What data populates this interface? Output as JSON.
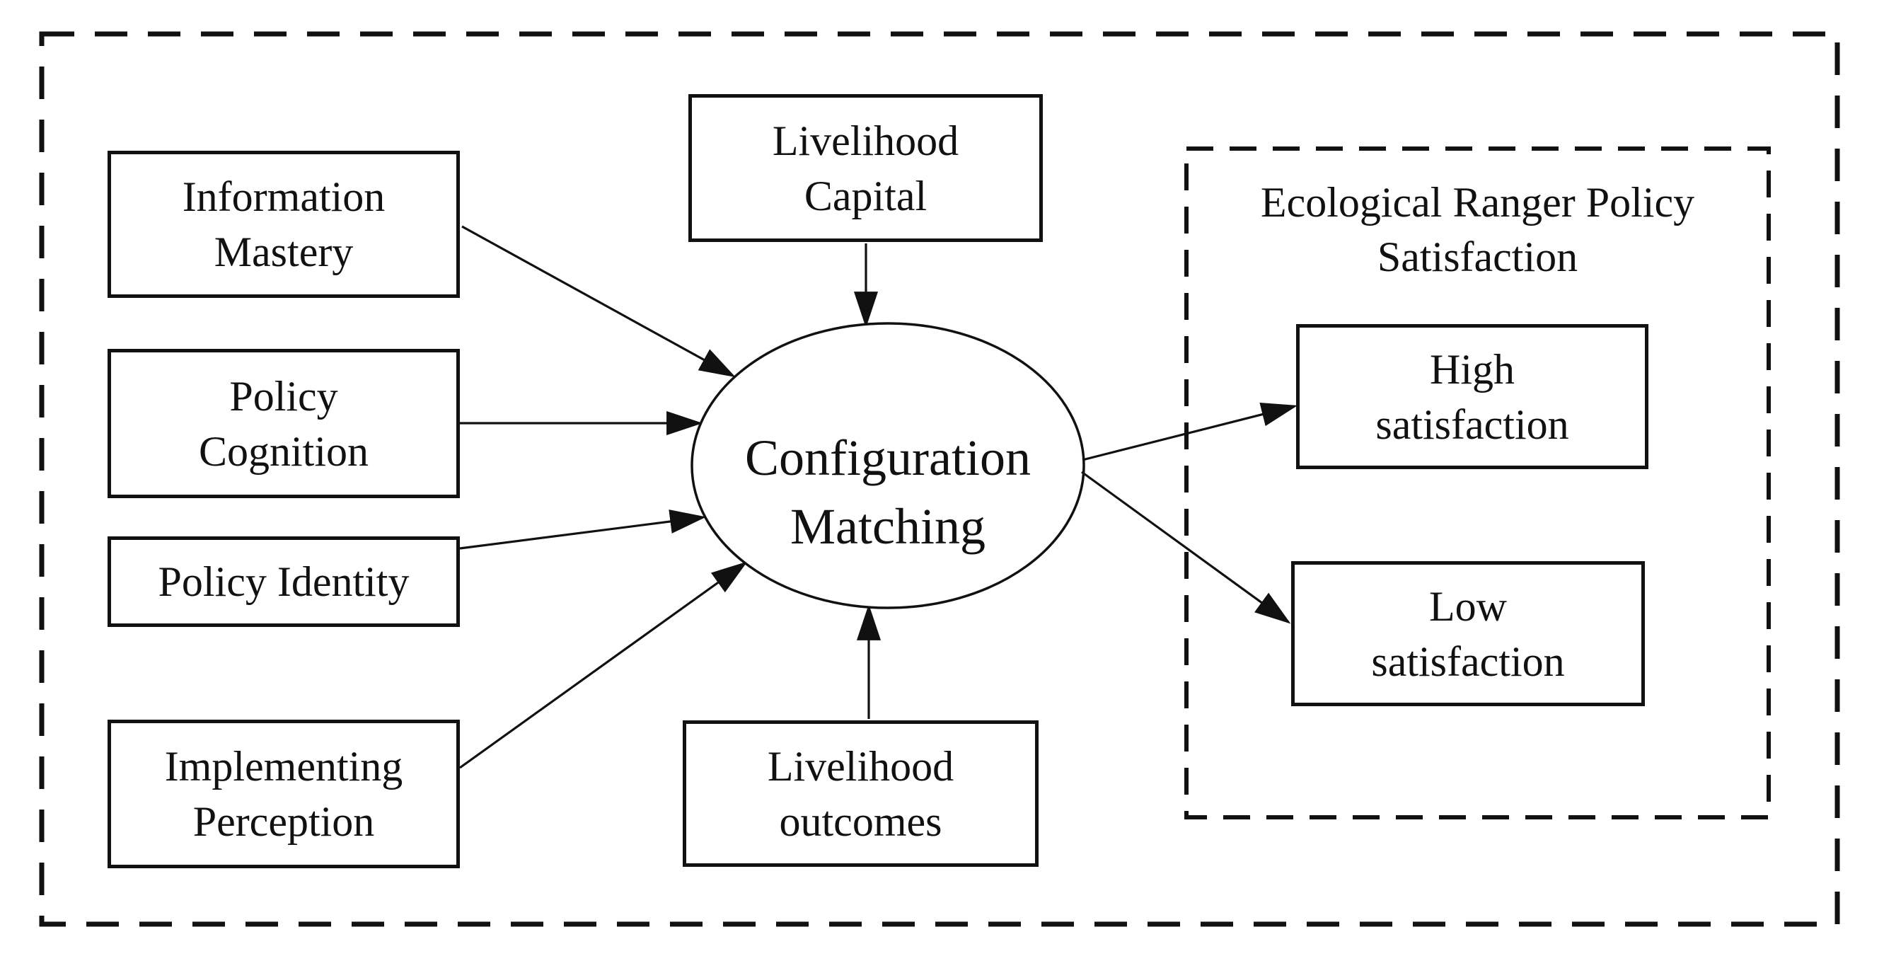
{
  "figure": {
    "colors": {
      "stroke": "#111111",
      "background": "#ffffff"
    },
    "ellipse": {
      "id": "configuration-matching",
      "label": "Configuration\nMatching"
    },
    "antecedents": [
      {
        "id": "information-mastery",
        "label": "Information\nMastery"
      },
      {
        "id": "policy-cognition",
        "label": "Policy\nCognition"
      },
      {
        "id": "policy-identity",
        "label": "Policy Identity"
      },
      {
        "id": "implementing-perception",
        "label": "Implementing\nPerception"
      }
    ],
    "top_condition": {
      "id": "livelihood-capital",
      "label": "Livelihood\nCapital"
    },
    "bottom_condition": {
      "id": "livelihood-outcomes",
      "label": "Livelihood\noutcomes"
    },
    "outcomes": {
      "title": "Ecological Ranger Policy\nSatisfaction",
      "high": {
        "id": "high-satisfaction",
        "label": "High\nsatisfaction"
      },
      "low": {
        "id": "low-satisfaction",
        "label": "Low\nsatisfaction"
      }
    },
    "arrows": [
      {
        "from": "information-mastery",
        "to": "configuration-matching"
      },
      {
        "from": "policy-cognition",
        "to": "configuration-matching"
      },
      {
        "from": "policy-identity",
        "to": "configuration-matching"
      },
      {
        "from": "implementing-perception",
        "to": "configuration-matching"
      },
      {
        "from": "livelihood-capital",
        "to": "configuration-matching"
      },
      {
        "from": "livelihood-outcomes",
        "to": "configuration-matching"
      },
      {
        "from": "configuration-matching",
        "to": "high-satisfaction"
      },
      {
        "from": "configuration-matching",
        "to": "low-satisfaction"
      }
    ]
  }
}
